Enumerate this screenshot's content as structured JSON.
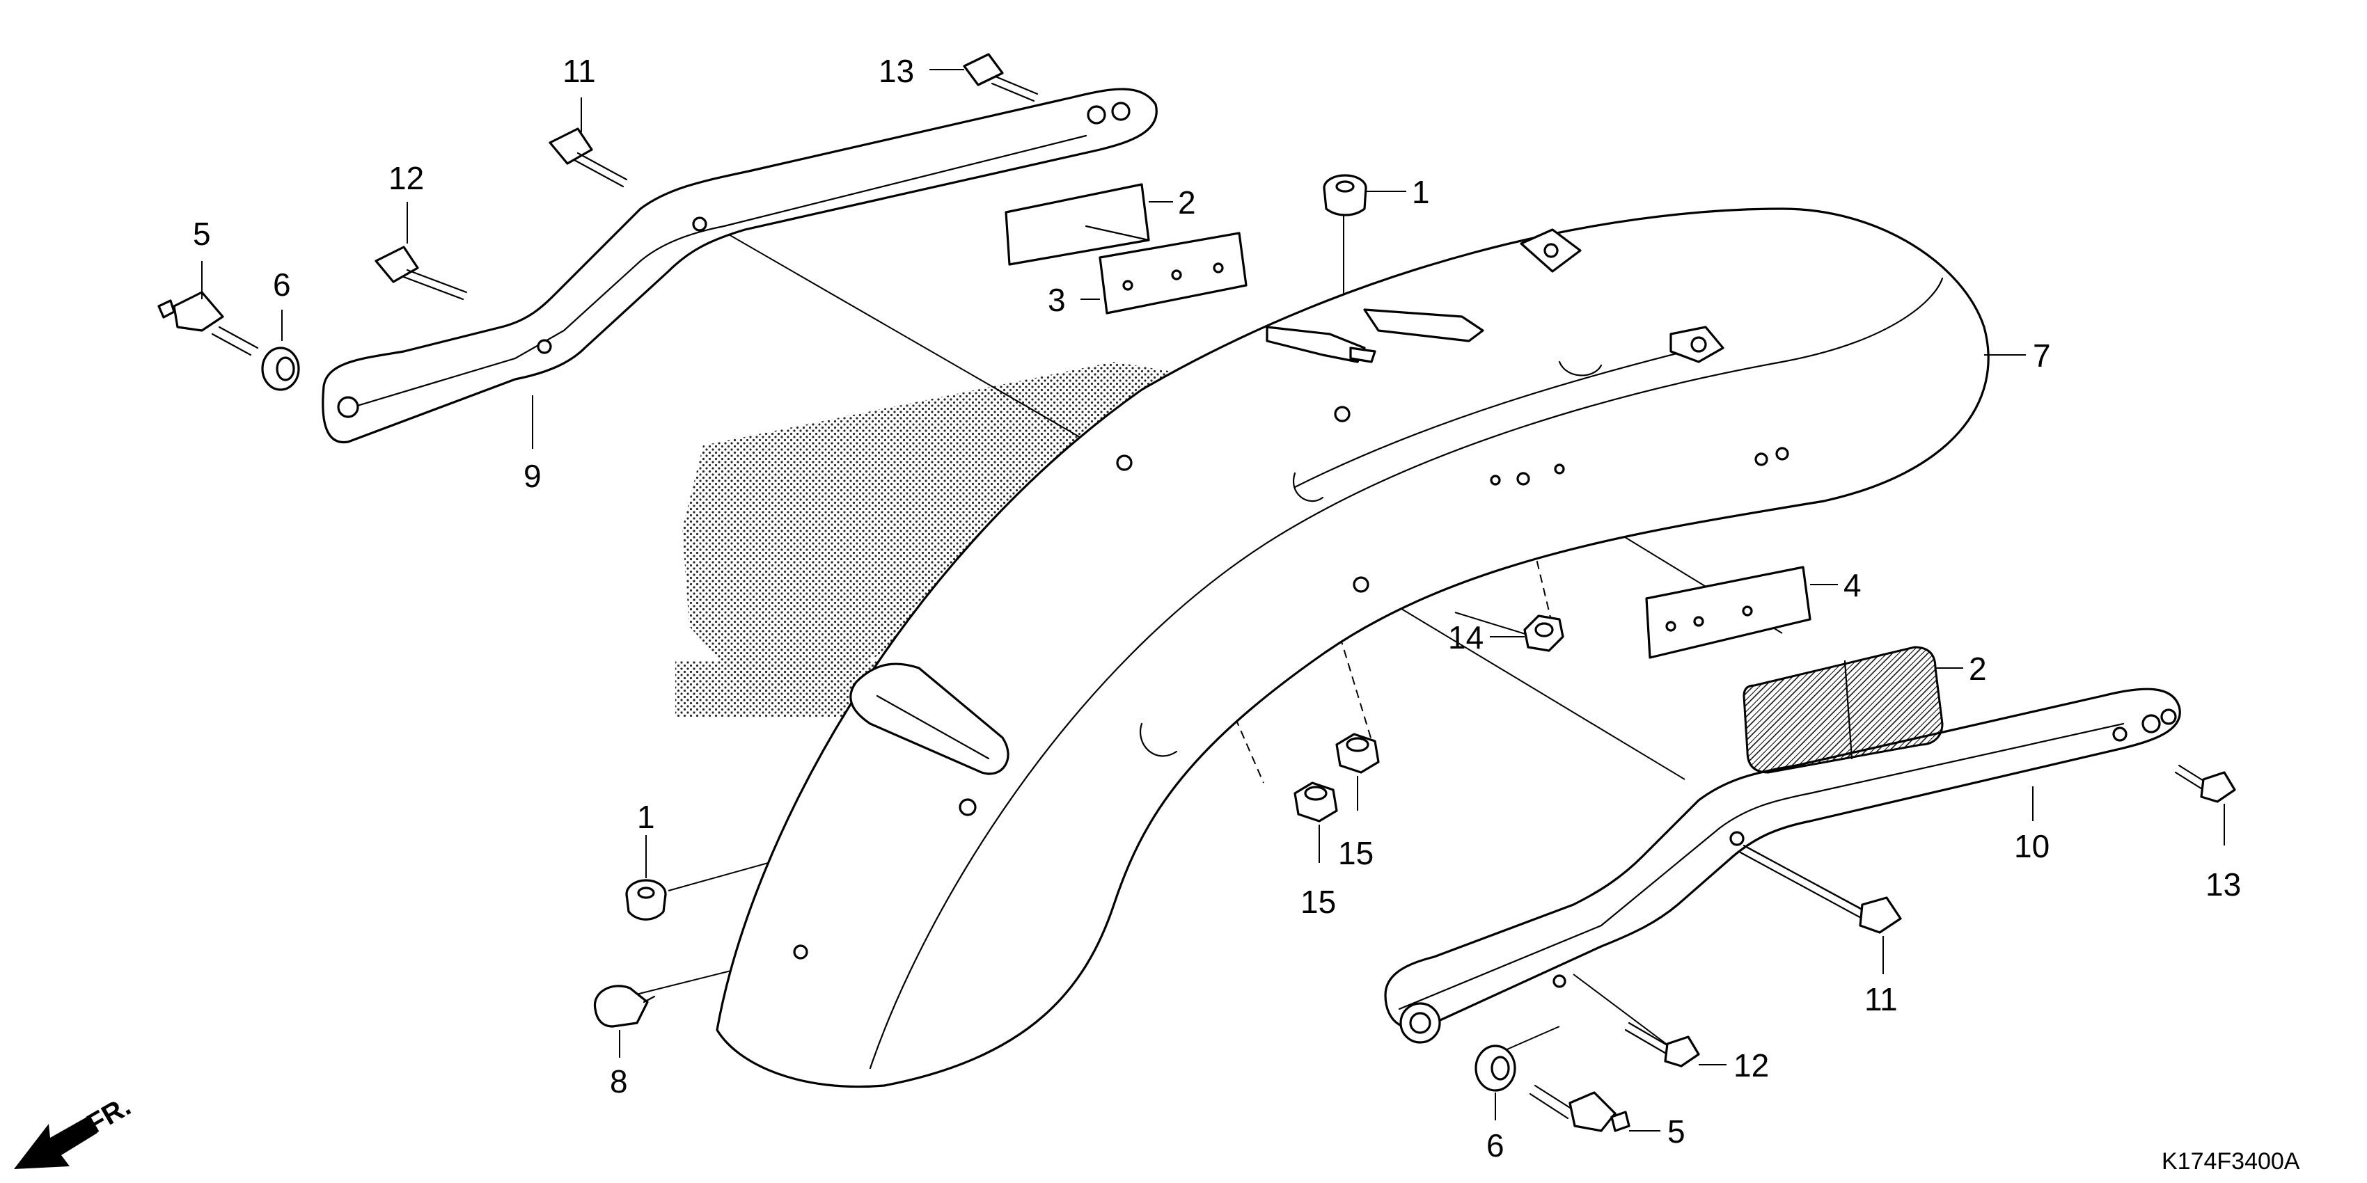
{
  "diagram": {
    "code": "K174F3400A",
    "direction_label": "FR.",
    "callouts": {
      "c1a": "1",
      "c1b": "1",
      "c2a": "2",
      "c2b": "2",
      "c3": "3",
      "c4": "4",
      "c5a": "5",
      "c5b": "5",
      "c6a": "6",
      "c6b": "6",
      "c7": "7",
      "c8": "8",
      "c9": "9",
      "c10": "10",
      "c11a": "11",
      "c11b": "11",
      "c12a": "12",
      "c12b": "12",
      "c13a": "13",
      "c13b": "13",
      "c14": "14",
      "c15a": "15",
      "c15b": "15"
    }
  }
}
